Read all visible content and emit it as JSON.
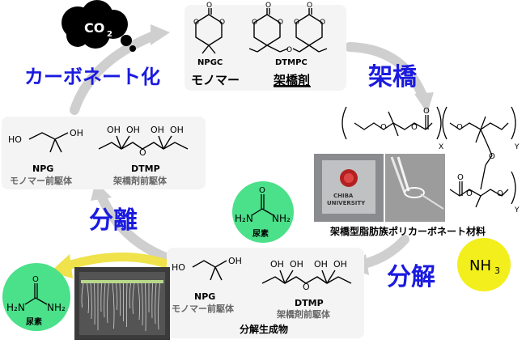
{
  "co2_cloud": {
    "label": "CO",
    "subscript": "2"
  },
  "monomer_panel": {
    "npgc_label": "NPGC",
    "dtmpc_label": "DTMPC",
    "monomer_caption": "モノマー",
    "crosslinker_caption": "架橋剤"
  },
  "steps": {
    "carbonation": "カーボネート化",
    "crosslinking": "架橋",
    "decomposition": "分解",
    "separation": "分離"
  },
  "precursor_panel": {
    "npg_label": "NPG",
    "npg_caption": "モノマー前駆体",
    "dtmp_label": "DTMP",
    "dtmp_caption": "架橋剤前駆体"
  },
  "polymer": {
    "subscript_x": "X",
    "subscript_y1": "Y",
    "subscript_y2": "Y",
    "photo_text_line1": "CHIBA",
    "photo_text_line2": "UNIVERSITY",
    "caption": "架橋型脂肪族ポリカーボネート材料"
  },
  "reagents": {
    "nh3": "NH",
    "nh3_sub": "3",
    "urea_top_caption": "尿素",
    "urea_left_caption": "尿素",
    "urea_h2n": "H₂N",
    "urea_nh2": "NH₂"
  },
  "products_panel": {
    "npg_label": "NPG",
    "npg_caption": "モノマー前駆体",
    "dtmp_label": "DTMP",
    "dtmp_caption": "架橋剤前駆体",
    "panel_caption": "分解生成物"
  },
  "structure_atoms": {
    "oxygen": "O",
    "hydroxyl": "OH",
    "hydroxyl_left": "HO"
  },
  "colors": {
    "step_text": "#1a1ae0",
    "green_circle": "#4be08a",
    "yellow_circle": "#f2ef1c",
    "grey_arrow": "#cfcfcf",
    "yellow_arrow": "#efe24a",
    "panel_bg": "#f4f4f4"
  }
}
